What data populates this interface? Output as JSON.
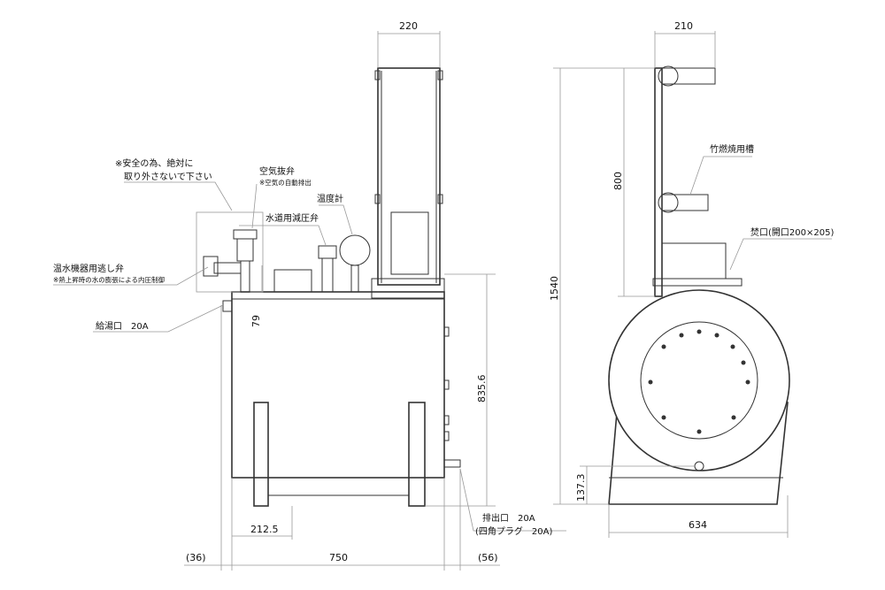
{
  "front_view": {
    "notes": {
      "safety_line1": "※安全の為、絶対に",
      "safety_line2": "取り外さないで下さい",
      "air_vent": "空気抜弁",
      "air_vent_note": "※空気の自動排出",
      "thermometer": "温度計",
      "pressure_reducer": "水道用減圧弁",
      "relief_valve": "温水機器用逃し弁",
      "relief_note": "※熱上昇時の水の膨張による内圧制御",
      "supply": "給湯口　20A",
      "drain_line1": "排出口　20A",
      "drain_line2": "(四角プラグ　20A)"
    },
    "dimensions": {
      "chimney_width": "220",
      "top_offset": "79",
      "height_to_top": "835.6",
      "leg_offset": "212.5",
      "body_width": "750",
      "left_overhang": "(36)",
      "right_overhang": "(56)"
    }
  },
  "side_view": {
    "notes": {
      "bamboo_chimney": "竹燃焼用槽",
      "fire_door": "焚口(開口200×205)"
    },
    "dimensions": {
      "chimney_width": "210",
      "total_height": "1540",
      "chimney_height": "800",
      "drain_height": "137.3",
      "base_width": "634"
    }
  }
}
